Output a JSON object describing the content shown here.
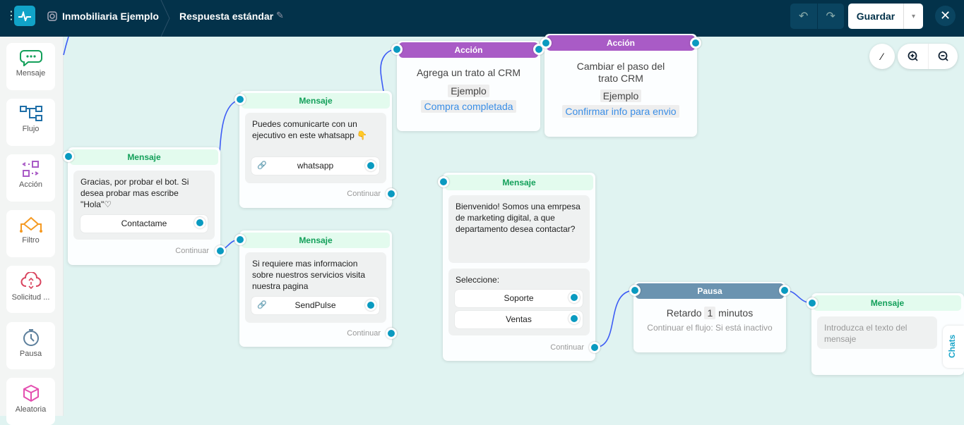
{
  "header": {
    "project": "Inmobiliaria Ejemplo",
    "flow_title": "Respuesta estándar",
    "save_label": "Guardar"
  },
  "sidebar": {
    "items": [
      {
        "label": "Mensaje",
        "icon": "chat-bubble-icon",
        "color": "#13a05a"
      },
      {
        "label": "Flujo",
        "icon": "flow-icon",
        "color": "#1f6fa8"
      },
      {
        "label": "Acción",
        "icon": "action-icon",
        "color": "#a95bc6"
      },
      {
        "label": "Filtro",
        "icon": "filter-icon",
        "color": "#f59a23"
      },
      {
        "label": "Solicitud ...",
        "icon": "cloud-request-icon",
        "color": "#d9455f"
      },
      {
        "label": "Pausa",
        "icon": "stopwatch-icon",
        "color": "#5c7f9c"
      },
      {
        "label": "Aleatoria",
        "icon": "dice-icon",
        "color": "#e44fb0"
      }
    ]
  },
  "nodes": {
    "msg1": {
      "type": "Mensaje",
      "text": "Gracias, por probar el bot. Si desea probar mas escribe \"Hola\"♡",
      "button": "Contactame",
      "continue": "Continuar"
    },
    "msg2": {
      "type": "Mensaje",
      "text": "Puedes comunicarte con un ejecutivo en este whatsapp 👇",
      "button": "whatsapp",
      "continue": "Continuar"
    },
    "msg3": {
      "type": "Mensaje",
      "text": "Si requiere mas informacion sobre nuestros servicios visita nuestra pagina",
      "button": "SendPulse",
      "continue": "Continuar"
    },
    "act1": {
      "type": "Acción",
      "title": "Agrega un trato al CRM",
      "tag1": "Ejemplo",
      "tag2": "Compra completada"
    },
    "act2": {
      "type": "Acción",
      "title": "Cambiar el paso del trato CRM",
      "tag1": "Ejemplo",
      "tag2": "Confirmar info para envio"
    },
    "msg4": {
      "type": "Mensaje",
      "text": "Bienvenido! Somos una emrpesa de marketing digital, a que departamento desea contactar?",
      "prompt": "Seleccione:",
      "options": [
        "Soporte",
        "Ventas"
      ],
      "continue": "Continuar"
    },
    "pause": {
      "type": "Pausa",
      "delay_prefix": "Retardo",
      "delay_value": "1",
      "delay_unit": "minutos",
      "condition": "Continuar el flujo: Si está inactivo"
    },
    "msg5": {
      "type": "Mensaje",
      "placeholder": "Introduzca el texto del mensaje"
    }
  },
  "chats_tab": "Chats"
}
